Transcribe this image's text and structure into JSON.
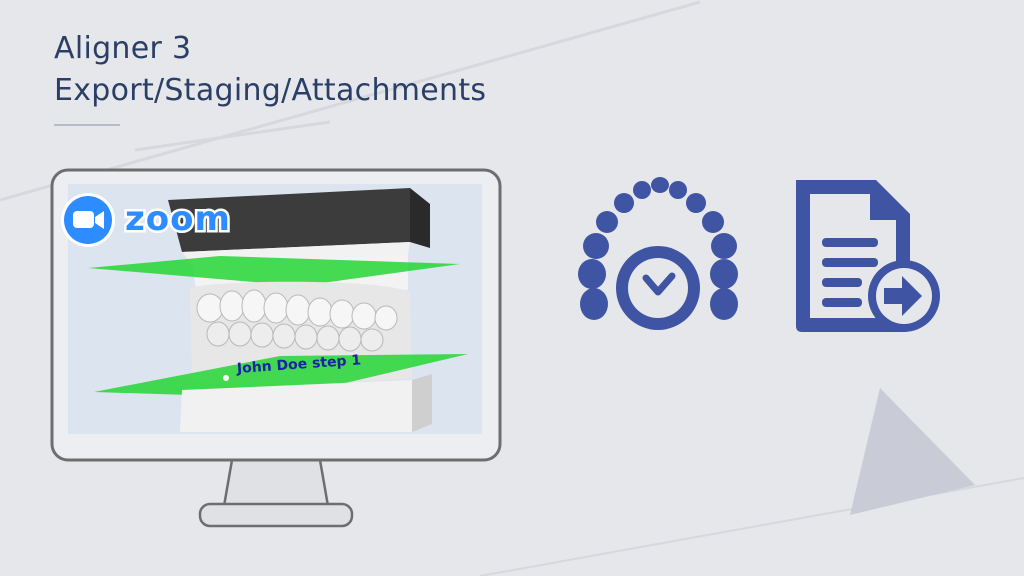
{
  "slide": {
    "title_line1": "Aligner 3",
    "title_line2": "Export/Staging/Attachments"
  },
  "zoom": {
    "logo_text": "zoom"
  },
  "viewer": {
    "model_label": "John Doe step 1"
  },
  "icons": [
    "dental-arch-clock-icon",
    "document-export-icon"
  ],
  "colors": {
    "title": "#2b3f66",
    "icon_blue": "#3f55a3",
    "zoom_blue": "#2d8cff",
    "plane_green": "#29d63a",
    "label_blue": "#1a22a6",
    "background": "#e6e7ea"
  }
}
